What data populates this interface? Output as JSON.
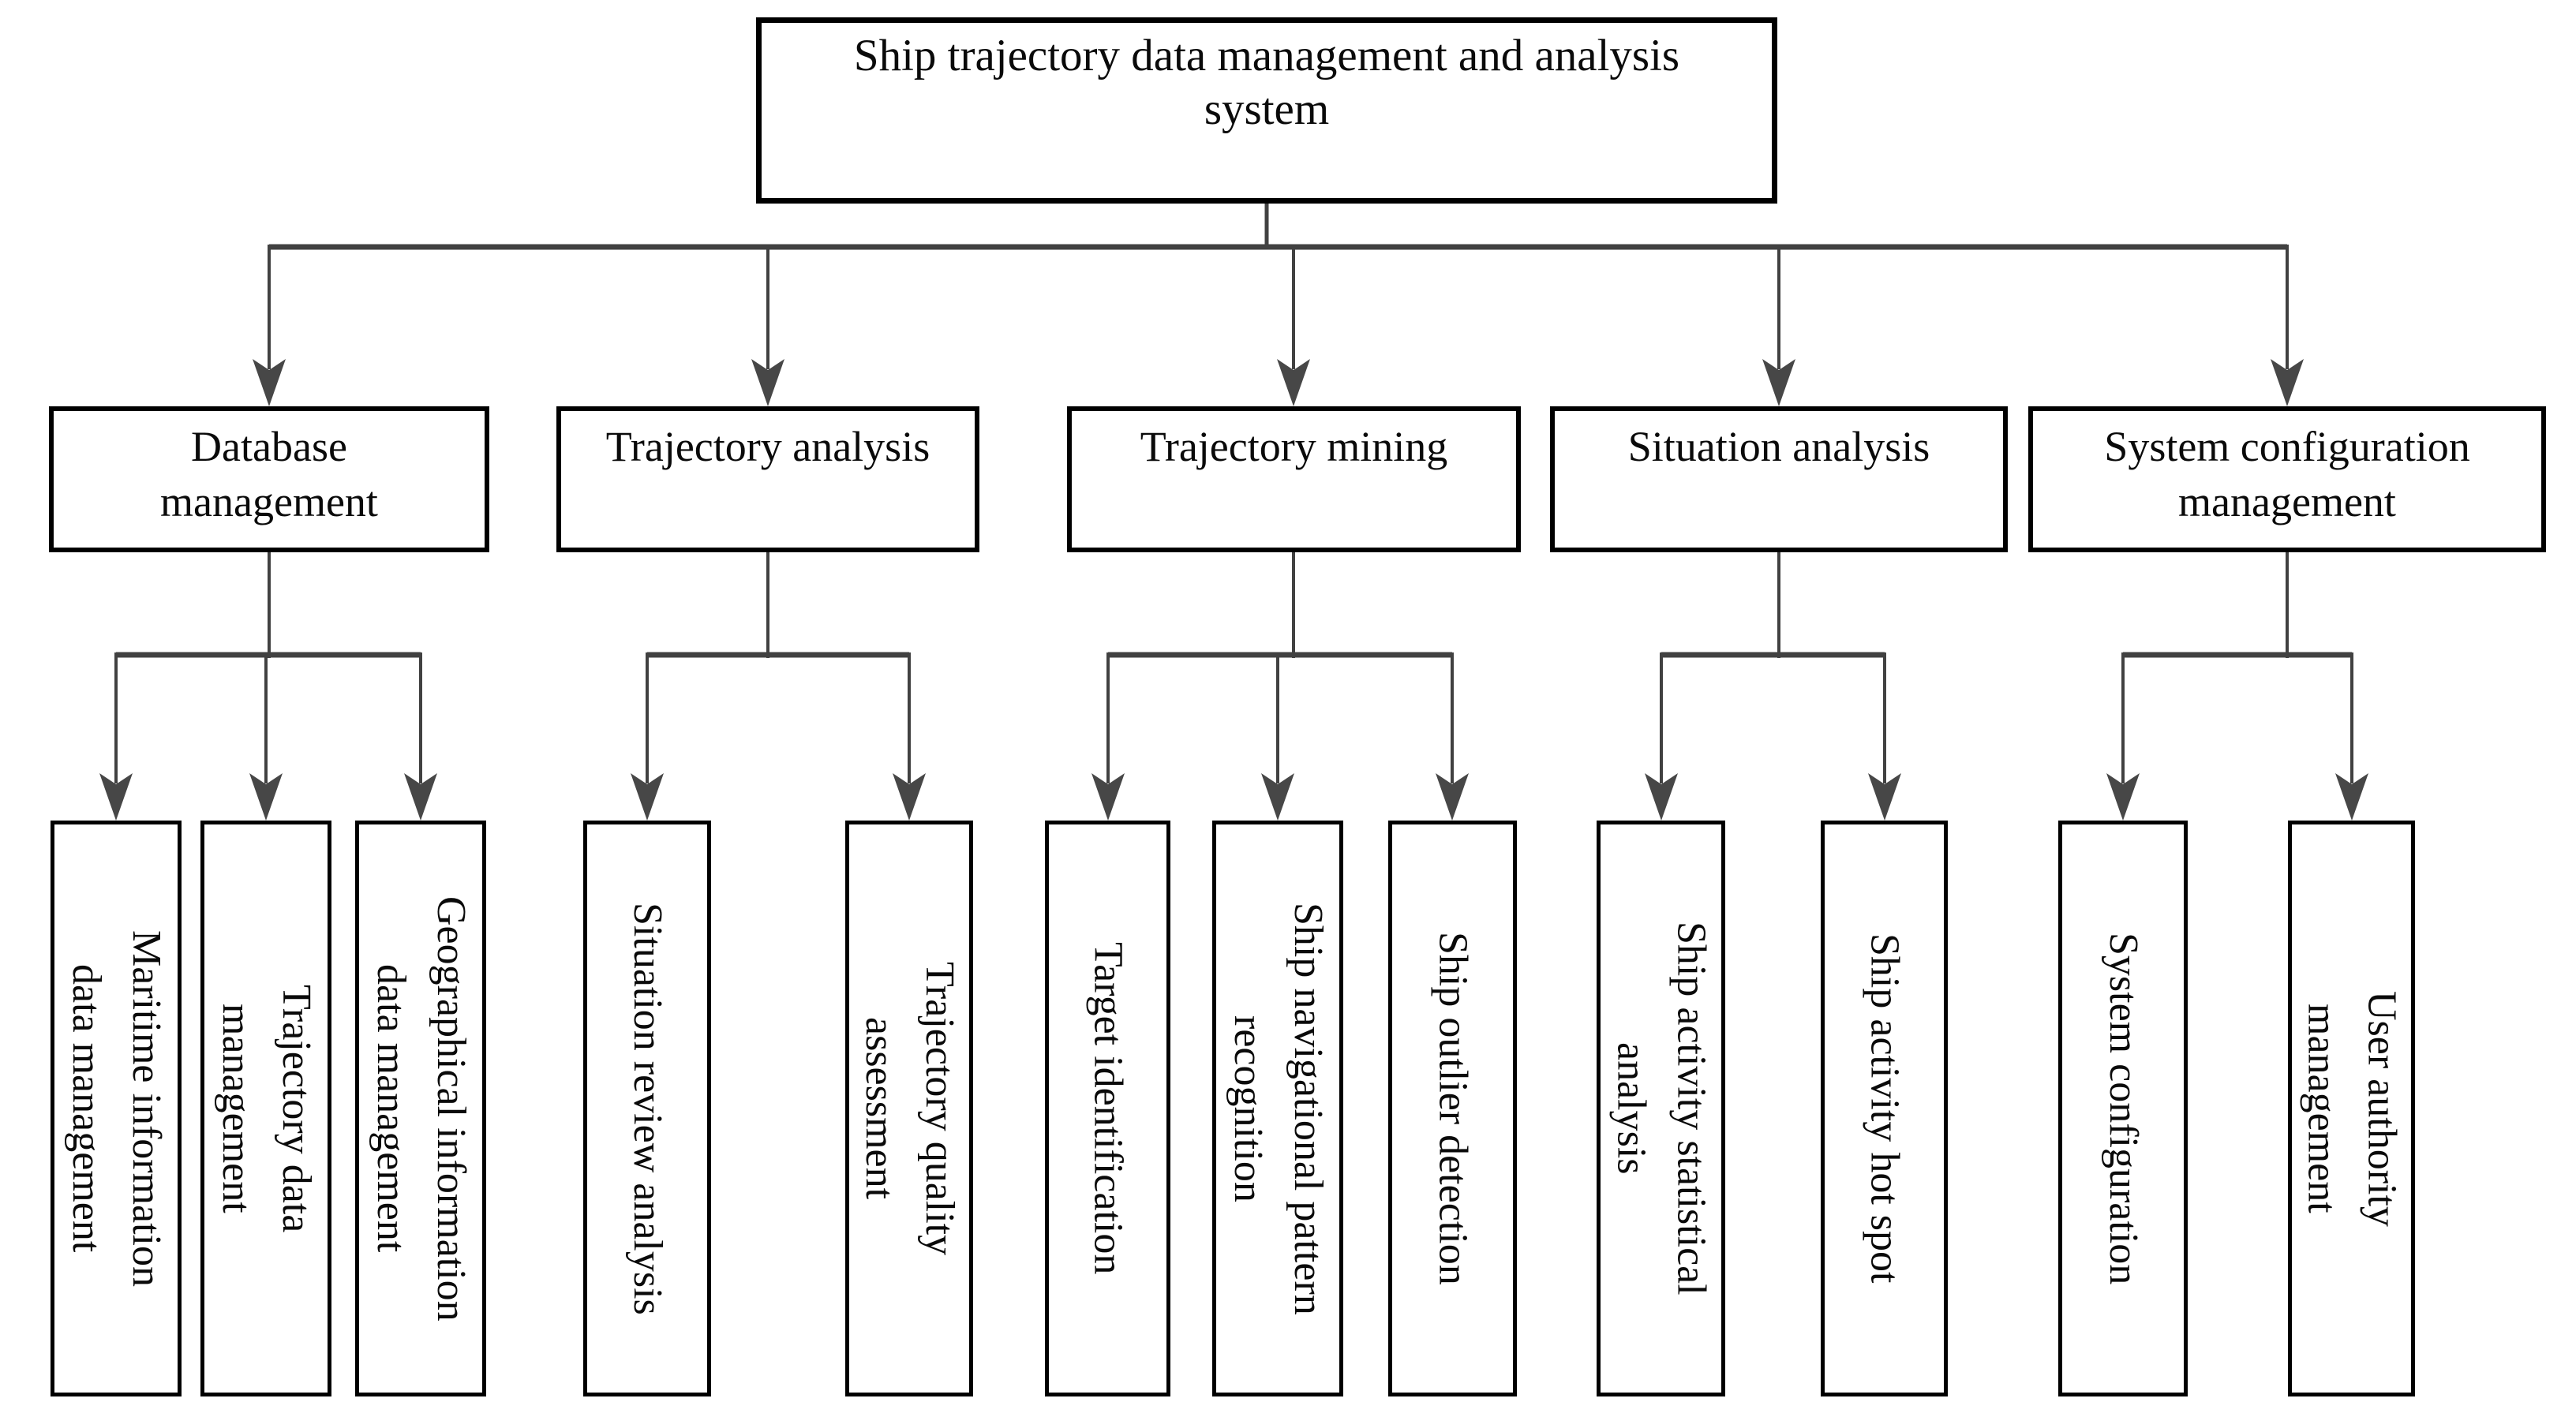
{
  "figure": {
    "type": "hierarchy-diagram",
    "title": "Ship trajectory data management and analysis system",
    "colors": {
      "background": "#ffffff",
      "box_border": "#000000",
      "connector_line": "#414141",
      "arrowhead": "#474747",
      "text": "#0a0a0a"
    },
    "root": {
      "label": "Ship trajectory data management and analysis system",
      "lines": [
        "Ship trajectory data management and analysis",
        "system"
      ]
    },
    "modules": [
      {
        "label": "Database management",
        "lines": [
          "Database",
          "management"
        ],
        "children": [
          {
            "label": "Maritime information data management",
            "lines": [
              "Maritime information",
              "data management"
            ]
          },
          {
            "label": "Trajectory data management",
            "lines": [
              "Trajectory data",
              "management"
            ]
          },
          {
            "label": "Geographical information data management",
            "lines": [
              "Geographical information",
              "data management"
            ]
          }
        ]
      },
      {
        "label": "Trajectory analysis",
        "lines": [
          "Trajectory analysis"
        ],
        "children": [
          {
            "label": "Situation review analysis",
            "lines": [
              "Situation review analysis"
            ]
          },
          {
            "label": "Trajectory quality assessment",
            "lines": [
              "Trajectory quality",
              "assessment"
            ]
          }
        ]
      },
      {
        "label": "Trajectory mining",
        "lines": [
          "Trajectory mining"
        ],
        "children": [
          {
            "label": "Target identification",
            "lines": [
              "Target identification"
            ]
          },
          {
            "label": "Ship navigational pattern recognition",
            "lines": [
              "Ship navigational pattern",
              "recognition"
            ]
          },
          {
            "label": "Ship outlier detection",
            "lines": [
              "Ship outlier detection"
            ]
          }
        ]
      },
      {
        "label": "Situation analysis",
        "lines": [
          "Situation analysis"
        ],
        "children": [
          {
            "label": "Ship activity statistical analysis",
            "lines": [
              "Ship activity statistical",
              "analysis"
            ]
          },
          {
            "label": "Ship activity hot spot",
            "lines": [
              "Ship activity hot spot"
            ]
          }
        ]
      },
      {
        "label": "System configuration management",
        "lines": [
          "System configuration",
          "management"
        ],
        "children": [
          {
            "label": "System configuration",
            "lines": [
              "System configuration"
            ]
          },
          {
            "label": "User authority management",
            "lines": [
              "User authority",
              "management"
            ]
          }
        ]
      }
    ]
  }
}
